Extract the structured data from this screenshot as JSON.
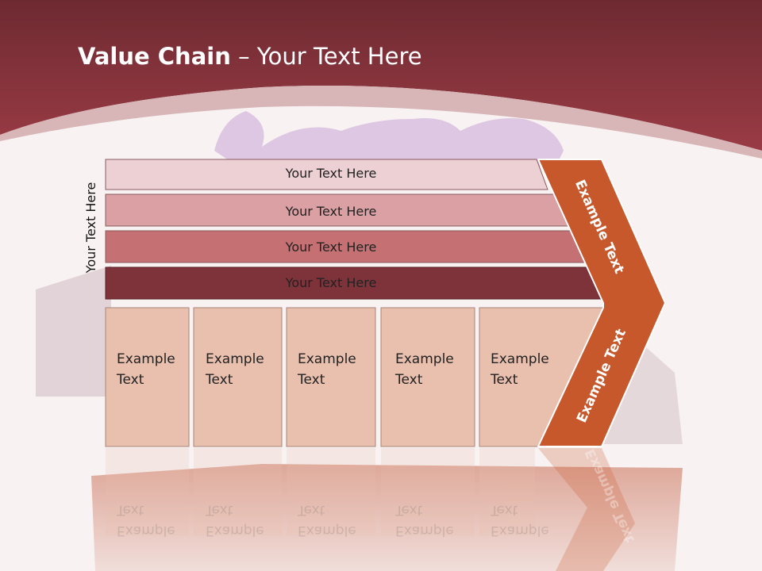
{
  "title": {
    "bold": "Value Chain",
    "rest": " – Your Text Here"
  },
  "side_label": "Your Text Here",
  "rows": [
    {
      "label": "Your Text Here",
      "color": "#ecd0d4"
    },
    {
      "label": "Your Text Here",
      "color": "#daa0a4"
    },
    {
      "label": "Your Text Here",
      "color": "#c57073"
    },
    {
      "label": "Your Text Here",
      "color": "#7e323a"
    }
  ],
  "columns": [
    {
      "label_line1": "Example",
      "label_line2": "Text"
    },
    {
      "label_line1": "Example",
      "label_line2": "Text"
    },
    {
      "label_line1": "Example",
      "label_line2": "Text"
    },
    {
      "label_line1": "Example",
      "label_line2": "Text"
    },
    {
      "label_line1": "Example",
      "label_line2": "Text"
    }
  ],
  "chevron": {
    "top_text": "Example Text",
    "bottom_text": "Example Text",
    "color": "#c7582c"
  },
  "colors": {
    "header": "#8b3039",
    "column_fill": "#e9bfae",
    "background": "#f8f2f2"
  }
}
